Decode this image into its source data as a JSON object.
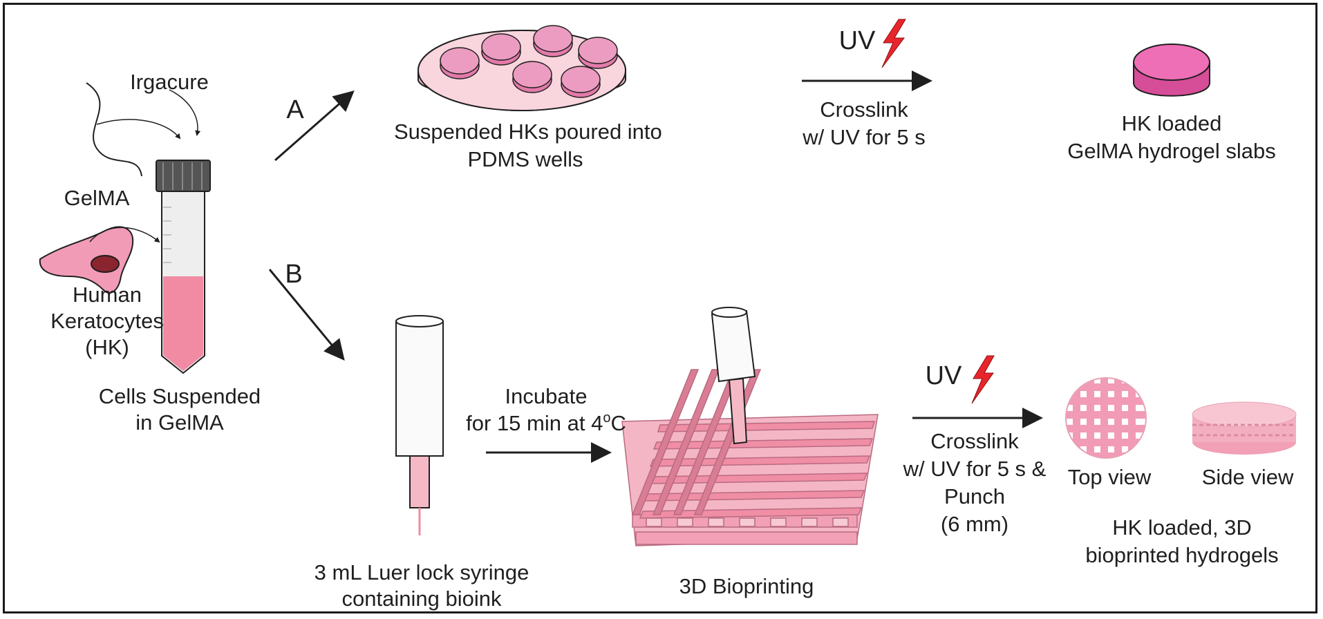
{
  "ingredients": {
    "irgacure": "Irgacure",
    "gelma": "GelMA",
    "cells_line1": "Human",
    "cells_line2": "Keratocytes",
    "cells_line3": "(HK)"
  },
  "tube_caption": {
    "line1": "Cells Suspended",
    "line2": "in GelMA"
  },
  "route_a": {
    "letter": "A",
    "pour_line1": "Suspended HKs poured into",
    "pour_line2": "PDMS wells",
    "uv": "UV",
    "crosslink_line1": "Crosslink",
    "crosslink_line2": "w/ UV for 5 s",
    "result_line1": "HK loaded",
    "result_line2": "GelMA hydrogel slabs"
  },
  "route_b": {
    "letter": "B",
    "syringe_line1": "3 mL Luer lock syringe",
    "syringe_line2": "containing bioink",
    "incubate_line1": "Incubate",
    "incubate_line2_pre": "for 15 min at 4",
    "incubate_sup": "o",
    "incubate_line2_post": "C",
    "printing": "3D Bioprinting",
    "uv": "UV",
    "crosslink_line1": "Crosslink",
    "crosslink_line2": "w/ UV for 5 s &",
    "crosslink_line3": "Punch",
    "crosslink_line4": "(6 mm)",
    "top_view": "Top view",
    "side_view": "Side view",
    "result_line1": "HK loaded, 3D",
    "result_line2": "bioprinted hydrogels"
  },
  "colors": {
    "pink_fill": "#f29bb6",
    "pink_light": "#f9d5dd",
    "magenta": "#e55aa6",
    "lightning": "#e8252b",
    "outline": "#1f1f1f"
  }
}
